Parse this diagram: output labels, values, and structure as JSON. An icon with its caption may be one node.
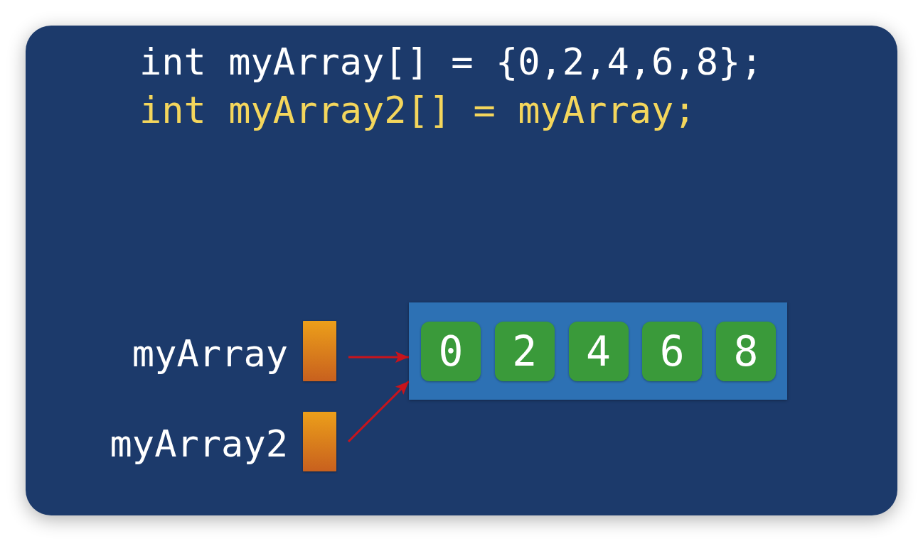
{
  "diagram": {
    "nodes": [
      {
        "text": [],
        "shape": "bar",
        "beside": [
          "myArray"
        ]
      },
      {
        "text": [],
        "shape": "bar",
        "beside": [
          "myArray2"
        ]
      },
      {
        "text": [],
        "shape": "box"
      },
      {
        "text": [
          "0"
        ],
        "in": 2
      },
      {
        "text": [
          "2"
        ],
        "in": 2
      },
      {
        "text": [
          "4"
        ],
        "in": 2
      },
      {
        "text": [
          "6"
        ],
        "in": 2
      },
      {
        "text": [
          "8"
        ],
        "in": 2
      }
    ],
    "edges": [
      {
        "from": 0,
        "to": 2,
        "arrow": "to"
      },
      {
        "from": 1,
        "to": 2,
        "arrow": "to"
      }
    ],
    "labels": [
      "int myArray[] = {0,2,4,6,8};",
      "int myArray2[] = myArray;"
    ]
  }
}
